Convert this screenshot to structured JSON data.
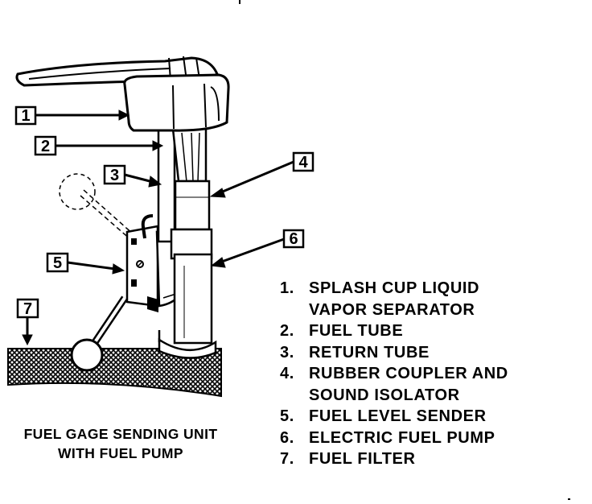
{
  "callouts": [
    "1",
    "2",
    "3",
    "4",
    "5",
    "6",
    "7"
  ],
  "legend": [
    {
      "num": "1.",
      "text": "SPLASH CUP LIQUID"
    },
    {
      "num": "",
      "text": "VAPOR SEPARATOR"
    },
    {
      "num": "2.",
      "text": "FUEL TUBE"
    },
    {
      "num": "3.",
      "text": "RETURN TUBE"
    },
    {
      "num": "4.",
      "text": "RUBBER COUPLER AND"
    },
    {
      "num": "",
      "text": "SOUND ISOLATOR"
    },
    {
      "num": "5.",
      "text": "FUEL LEVEL SENDER"
    },
    {
      "num": "6.",
      "text": "ELECTRIC FUEL PUMP"
    },
    {
      "num": "7.",
      "text": "FUEL FILTER"
    }
  ],
  "caption": {
    "line1": "FUEL GAGE SENDING UNIT",
    "line2": "WITH FUEL PUMP"
  }
}
